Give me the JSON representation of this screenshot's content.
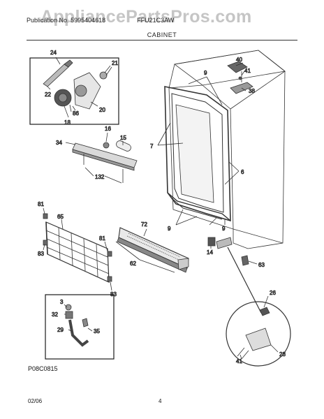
{
  "header": {
    "publication_label": "Publication No.",
    "publication_number": "5995404618",
    "model_prefix": "FFU21C",
    "model_suffix": "3AW",
    "section_title": "CABINET",
    "watermark": "AppliancePartsPros.com"
  },
  "footer": {
    "diagram_code": "P08C0815",
    "date": "02/06",
    "page_number": "4"
  },
  "callouts": {
    "c3": "3",
    "c6": "6",
    "c7": "7",
    "c9a": "9",
    "c9b": "9",
    "c9c": "9",
    "c14": "14",
    "c15": "15",
    "c16": "16",
    "c18": "18",
    "c20": "20",
    "c21": "21",
    "c22": "22",
    "c24": "24",
    "c26": "26",
    "c28": "28",
    "c29": "29",
    "c32": "32",
    "c34": "34",
    "c35": "35",
    "c38": "38",
    "c40": "40",
    "c41a": "41",
    "c41b": "41",
    "c62": "62",
    "c63": "63",
    "c65": "65",
    "c72": "72",
    "c81a": "81",
    "c81b": "81",
    "c83a": "83",
    "c83b": "83",
    "c86": "86",
    "c132": "132"
  },
  "colors": {
    "line": "#333333",
    "frame": "#1a1a1a",
    "watermark": "#969696"
  }
}
